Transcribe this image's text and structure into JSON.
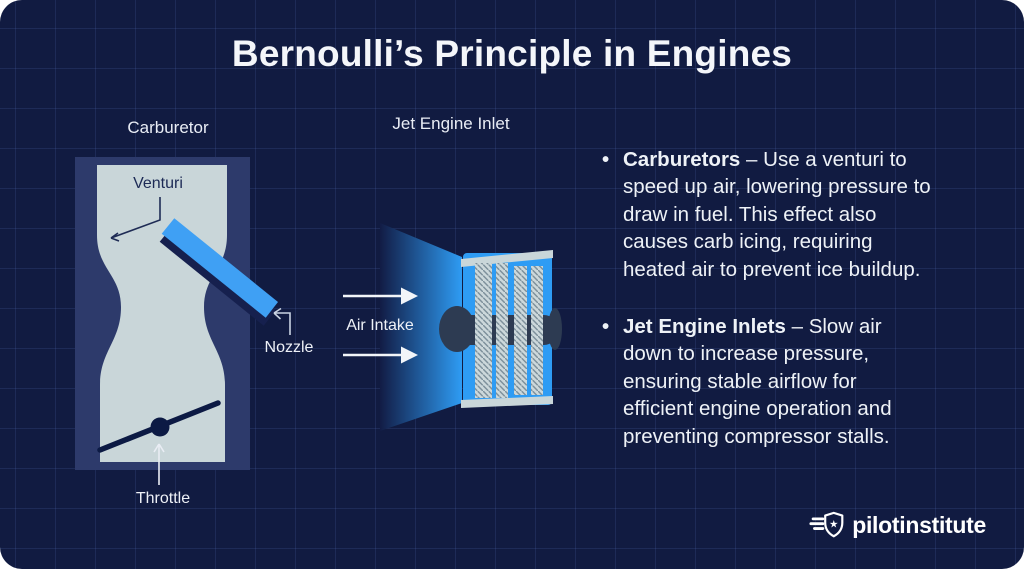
{
  "title": "Bernoulli’s Principle in Engines",
  "diagram": {
    "carburetor": {
      "label": "Carburetor",
      "venturi_label": "Venturi",
      "nozzle_label": "Nozzle",
      "throttle_label": "Throttle"
    },
    "jet": {
      "label": "Jet Engine Inlet",
      "air_intake_label": "Air Intake"
    }
  },
  "bullets": [
    {
      "lead": "Carburetors",
      "text": " – Use a venturi to speed up air, lowering pressure to draw in fuel. This effect also causes carb icing, requiring heated air to prevent ice buildup."
    },
    {
      "lead": "Jet Engine Inlets",
      "text": " – Slow air down to increase pressure, ensuring stable airflow for efficient engine operation and preventing compressor stalls."
    }
  ],
  "footer": {
    "brand": "pilotinstitute"
  },
  "colors": {
    "background": "#111b41",
    "panel": "#2d3a6b",
    "venturi_light": "#c9d6d9",
    "nozzle_blue": "#3fa0f4",
    "engine_blue": "#2e9cf4",
    "dark_metal": "#2d3b52",
    "throttle_dark": "#0c1a44",
    "text": "#eef2f7"
  }
}
